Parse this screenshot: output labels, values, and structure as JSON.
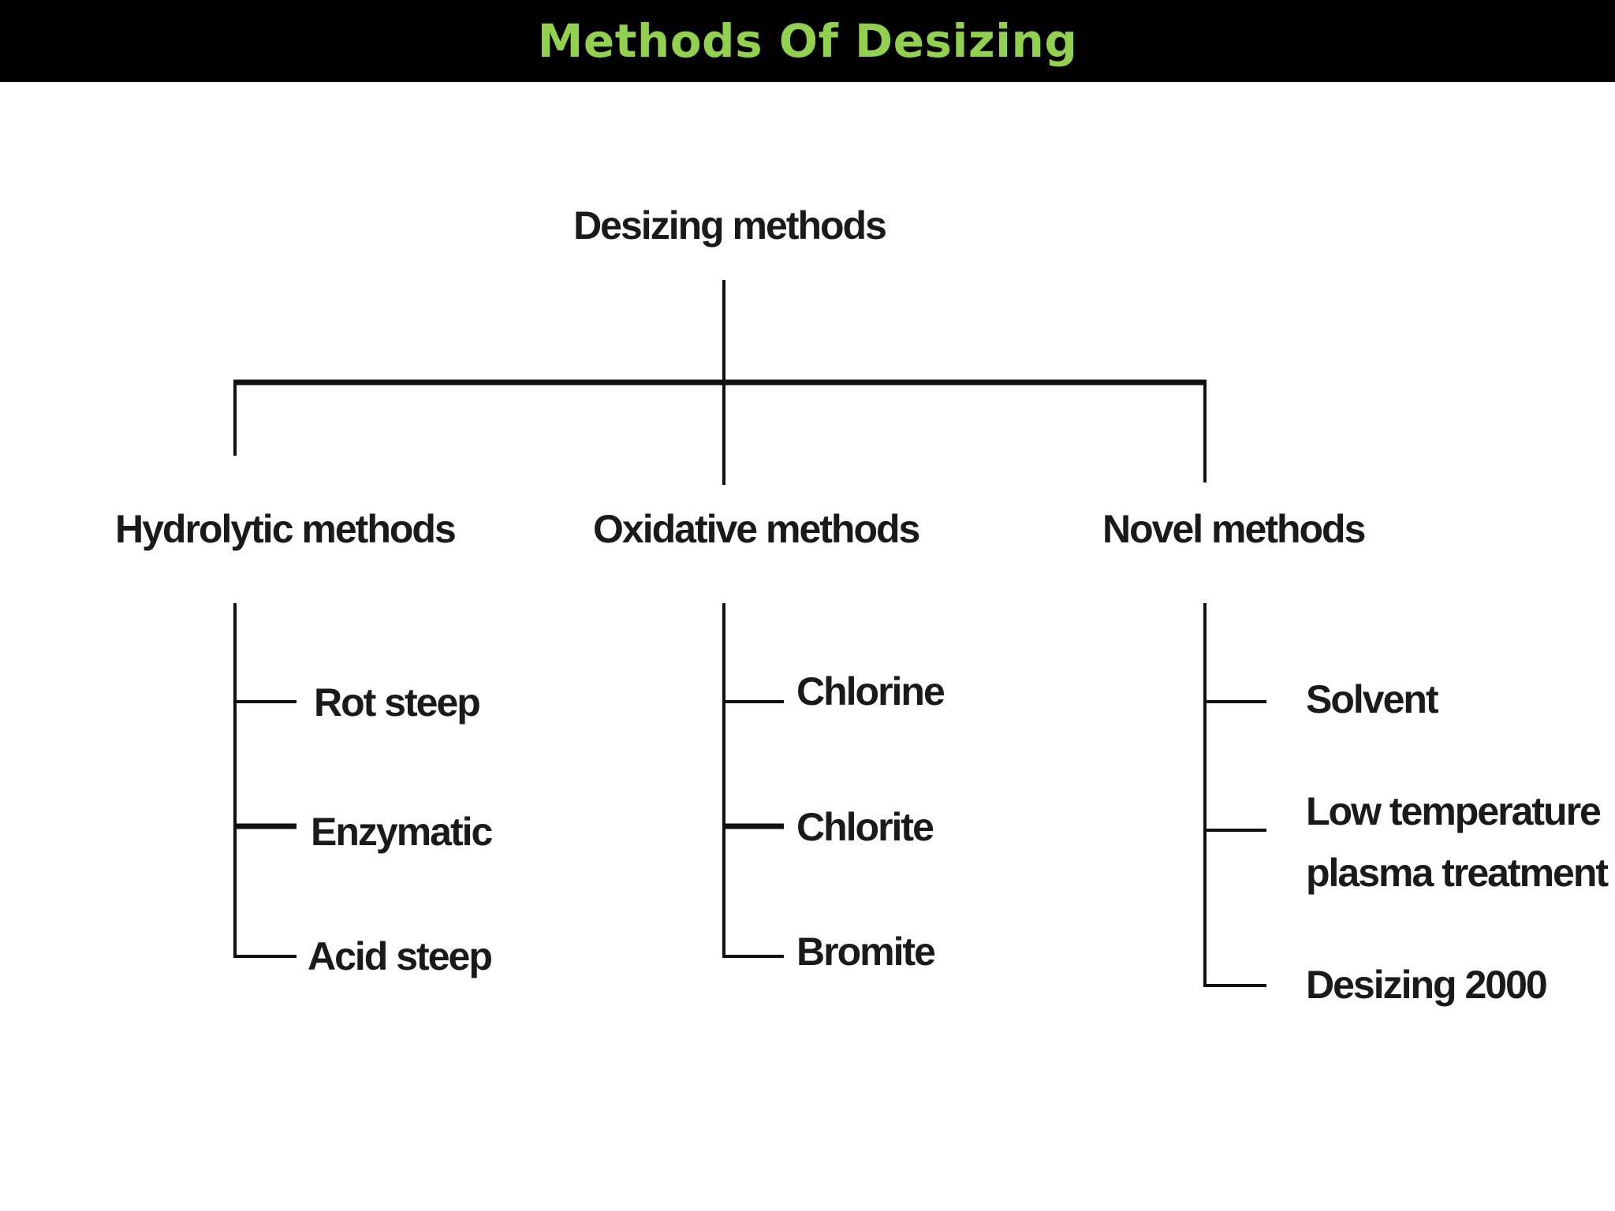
{
  "slide": {
    "title": "Methods Of Desizing",
    "title_color": "#92d050",
    "background_color": "#ffffff",
    "title_bar_color": "#000000"
  },
  "diagram": {
    "root": "Desizing methods",
    "categories": [
      {
        "label": "Hydrolytic methods",
        "children": [
          "Rot steep",
          "Enzymatic",
          "Acid steep"
        ]
      },
      {
        "label": "Oxidative methods",
        "children": [
          "Chlorine",
          "Chlorite",
          "Bromite"
        ]
      },
      {
        "label": "Novel methods",
        "children": [
          "Solvent",
          "Low temperature",
          "plasma treatment",
          "Desizing 2000"
        ]
      }
    ]
  }
}
